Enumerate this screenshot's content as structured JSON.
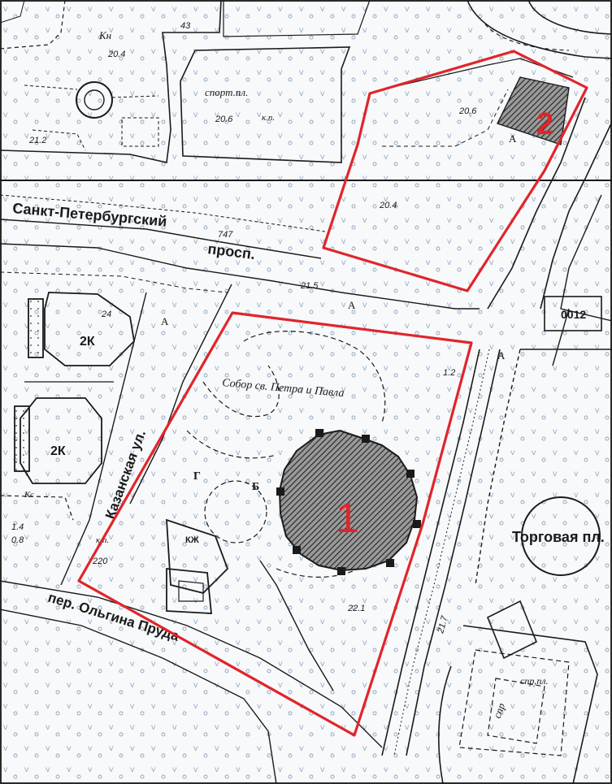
{
  "colors": {
    "boundary": "#e0252b",
    "ink": "#1a1a1a",
    "hatch": "#2b2b2b",
    "paper": "#f8f9fb",
    "veg": "#7e9bb8"
  },
  "labels": {
    "sport_top": "спорт.пл.",
    "kp_top": "к.п.",
    "elev_sport": "20.6",
    "elev_top_left": "20.4",
    "elev_top_left2": "21.2",
    "elev_parcel2a": "20.6",
    "elev_parcel2b": "20.4",
    "kn": "Кн",
    "num43": "43",
    "street_spb": "Санкт-Петербургский",
    "street_prosp": "просп.",
    "num747": "747",
    "elev_215": "21.5",
    "bld_2k_top": "2К",
    "bld_2k_bottom": "2К",
    "num24": "24",
    "street_kazan": "Казанская ул.",
    "cathedral": "Собор св. Петра и Павла",
    "sq_letter_g": "Г",
    "sq_letter_b": "Б",
    "kp_220": "к.п.",
    "num220": "220",
    "kzh": "КЖ",
    "street_olga": "пер. Ольгина Пруда",
    "elev_221": "22.1",
    "num14": "1.4",
    "num08": "0.8",
    "num12": "1.2",
    "num0012": "0012",
    "torgovaya": "Торговая пл.",
    "sport_bottom": "спр.пл.",
    "spr_inner": "спр",
    "elev_217": "21.7",
    "parcel_1": "1",
    "parcel_2": "2",
    "letter_a1": "А",
    "letter_a2": "А",
    "letter_a3": "А",
    "letter_a4": "А",
    "kn_mid": "Кс"
  }
}
